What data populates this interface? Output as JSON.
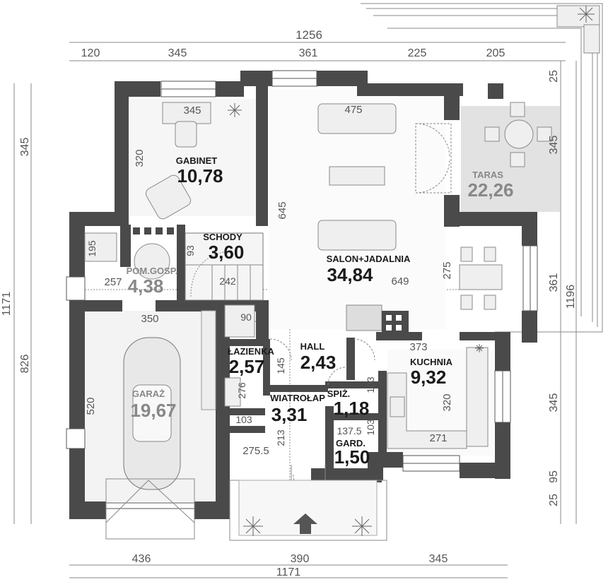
{
  "dimensions": {
    "top_total": "1256",
    "top_segments": [
      "120",
      "345",
      "361",
      "225",
      "205"
    ],
    "bottom_total": "1171",
    "bottom_segments": [
      "436",
      "390",
      "345"
    ],
    "left_outer": "1171",
    "left_upper": "345",
    "left_lower": "826",
    "right_outer": "1196",
    "right_segments": [
      "25",
      "345",
      "361",
      "345",
      "95",
      "25"
    ],
    "inner": {
      "gabinet_w": "345",
      "gabinet_h": "320",
      "salon_w": "475",
      "salon_h": "645",
      "salon_len": "649",
      "dining_h": "275",
      "schody_h": "93",
      "pom_h": "195",
      "pom_w": "257",
      "garaz_w": "350",
      "garaz_h": "520",
      "lazienka_w": "90",
      "lazienka_h1": "145",
      "lazienka_h2": "276",
      "wiatrolap_w": "103",
      "wiatrolap_h": "213",
      "wiatrolap_d": "275.5",
      "spiz_w": "103",
      "spiz_h": "103",
      "gard_w": "137.5",
      "kuchnia_w": "373",
      "kuchnia_h": "320",
      "kuchnia_w2": "271",
      "schody_len": "242"
    }
  },
  "rooms": [
    {
      "name": "GABINET",
      "area": "10,78"
    },
    {
      "name": "SCHODY",
      "area": "3,60"
    },
    {
      "name": "POM.GOSP.",
      "area": "4,38"
    },
    {
      "name": "SALON+JADALNIA",
      "area": "34,84"
    },
    {
      "name": "TARAS",
      "area": "22,26"
    },
    {
      "name": "GARAŻ",
      "area": "19,67"
    },
    {
      "name": "ŁAZIENKA",
      "area": "2,57"
    },
    {
      "name": "HALL",
      "area": "2,43"
    },
    {
      "name": "WIATROŁAP",
      "area": "3,31"
    },
    {
      "name": "SPIŻ.",
      "area": "1,18"
    },
    {
      "name": "GARD.",
      "area": "1,50"
    },
    {
      "name": "KUCHNIA",
      "area": "9,32"
    }
  ]
}
